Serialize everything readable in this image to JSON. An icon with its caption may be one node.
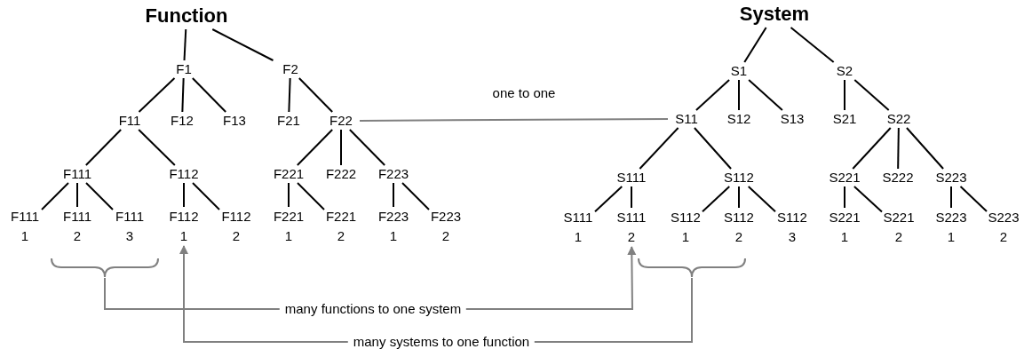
{
  "diagram": {
    "nodes": [
      {
        "text": [
          "Function"
        ]
      },
      {
        "text": [
          "F1"
        ]
      },
      {
        "text": [
          "F2"
        ]
      },
      {
        "text": [
          "F11"
        ]
      },
      {
        "text": [
          "F12"
        ]
      },
      {
        "text": [
          "F13"
        ]
      },
      {
        "text": [
          "F21"
        ]
      },
      {
        "text": [
          "F22"
        ]
      },
      {
        "text": [
          "F111"
        ]
      },
      {
        "text": [
          "F112"
        ]
      },
      {
        "text": [
          "F221"
        ]
      },
      {
        "text": [
          "F222"
        ]
      },
      {
        "text": [
          "F223"
        ]
      },
      {
        "text": [
          "F111 1"
        ]
      },
      {
        "text": [
          "F111 2"
        ]
      },
      {
        "text": [
          "F111 3"
        ]
      },
      {
        "text": [
          "F112 1"
        ]
      },
      {
        "text": [
          "F112 2"
        ]
      },
      {
        "text": [
          "F221 1"
        ]
      },
      {
        "text": [
          "F221 2"
        ]
      },
      {
        "text": [
          "F223 1"
        ]
      },
      {
        "text": [
          "F223 2"
        ]
      },
      {
        "text": [
          "System"
        ]
      },
      {
        "text": [
          "S1"
        ]
      },
      {
        "text": [
          "S2"
        ]
      },
      {
        "text": [
          "S11"
        ]
      },
      {
        "text": [
          "S12"
        ]
      },
      {
        "text": [
          "S13"
        ]
      },
      {
        "text": [
          "S21"
        ]
      },
      {
        "text": [
          "S22"
        ]
      },
      {
        "text": [
          "S111"
        ]
      },
      {
        "text": [
          "S112"
        ]
      },
      {
        "text": [
          "S221"
        ]
      },
      {
        "text": [
          "S222"
        ]
      },
      {
        "text": [
          "S223"
        ]
      },
      {
        "text": [
          "S111 1"
        ]
      },
      {
        "text": [
          "S111 2"
        ]
      },
      {
        "text": [
          "S112 1"
        ]
      },
      {
        "text": [
          "S112 2"
        ]
      },
      {
        "text": [
          "S112 3"
        ]
      },
      {
        "text": [
          "S221 1"
        ]
      },
      {
        "text": [
          "S221 2"
        ]
      },
      {
        "text": [
          "S223 1"
        ]
      },
      {
        "text": [
          "S223 2"
        ]
      },
      {
        "text": [],
        "shape": "brace"
      },
      {
        "text": [],
        "shape": "brace"
      }
    ],
    "edges": [
      {
        "from": 0,
        "to": 1,
        "arrow": "none"
      },
      {
        "from": 0,
        "to": 2,
        "arrow": "none"
      },
      {
        "from": 1,
        "to": 3,
        "arrow": "none"
      },
      {
        "from": 1,
        "to": 4,
        "arrow": "none"
      },
      {
        "from": 1,
        "to": 5,
        "arrow": "none"
      },
      {
        "from": 2,
        "to": 6,
        "arrow": "none"
      },
      {
        "from": 2,
        "to": 7,
        "arrow": "none"
      },
      {
        "from": 3,
        "to": 8,
        "arrow": "none"
      },
      {
        "from": 3,
        "to": 9,
        "arrow": "none"
      },
      {
        "from": 7,
        "to": 10,
        "arrow": "none"
      },
      {
        "from": 7,
        "to": 11,
        "arrow": "none"
      },
      {
        "from": 7,
        "to": 12,
        "arrow": "none"
      },
      {
        "from": 8,
        "to": 13,
        "arrow": "none"
      },
      {
        "from": 8,
        "to": 14,
        "arrow": "none"
      },
      {
        "from": 8,
        "to": 15,
        "arrow": "none"
      },
      {
        "from": 9,
        "to": 16,
        "arrow": "none"
      },
      {
        "from": 9,
        "to": 17,
        "arrow": "none"
      },
      {
        "from": 10,
        "to": 18,
        "arrow": "none"
      },
      {
        "from": 10,
        "to": 19,
        "arrow": "none"
      },
      {
        "from": 12,
        "to": 20,
        "arrow": "none"
      },
      {
        "from": 12,
        "to": 21,
        "arrow": "none"
      },
      {
        "from": 22,
        "to": 23,
        "arrow": "none"
      },
      {
        "from": 22,
        "to": 24,
        "arrow": "none"
      },
      {
        "from": 23,
        "to": 25,
        "arrow": "none"
      },
      {
        "from": 23,
        "to": 26,
        "arrow": "none"
      },
      {
        "from": 23,
        "to": 27,
        "arrow": "none"
      },
      {
        "from": 24,
        "to": 28,
        "arrow": "none"
      },
      {
        "from": 24,
        "to": 29,
        "arrow": "none"
      },
      {
        "from": 25,
        "to": 30,
        "arrow": "none"
      },
      {
        "from": 25,
        "to": 31,
        "arrow": "none"
      },
      {
        "from": 29,
        "to": 32,
        "arrow": "none"
      },
      {
        "from": 29,
        "to": 33,
        "arrow": "none"
      },
      {
        "from": 29,
        "to": 34,
        "arrow": "none"
      },
      {
        "from": 30,
        "to": 35,
        "arrow": "none"
      },
      {
        "from": 30,
        "to": 36,
        "arrow": "none"
      },
      {
        "from": 31,
        "to": 37,
        "arrow": "none"
      },
      {
        "from": 31,
        "to": 38,
        "arrow": "none"
      },
      {
        "from": 31,
        "to": 39,
        "arrow": "none"
      },
      {
        "from": 32,
        "to": 40,
        "arrow": "none"
      },
      {
        "from": 32,
        "to": 41,
        "arrow": "none"
      },
      {
        "from": 34,
        "to": 42,
        "arrow": "none"
      },
      {
        "from": 34,
        "to": 43,
        "arrow": "none"
      },
      {
        "from": 7,
        "to": 25,
        "arrow": "none",
        "label": "one to one",
        "color": "#808080"
      },
      {
        "from": 44,
        "to": 36,
        "arrow": "to",
        "label": "many functions to one system",
        "color": "#808080"
      },
      {
        "from": 45,
        "to": 16,
        "arrow": "to",
        "label": "many systems to one function",
        "color": "#808080"
      }
    ]
  }
}
